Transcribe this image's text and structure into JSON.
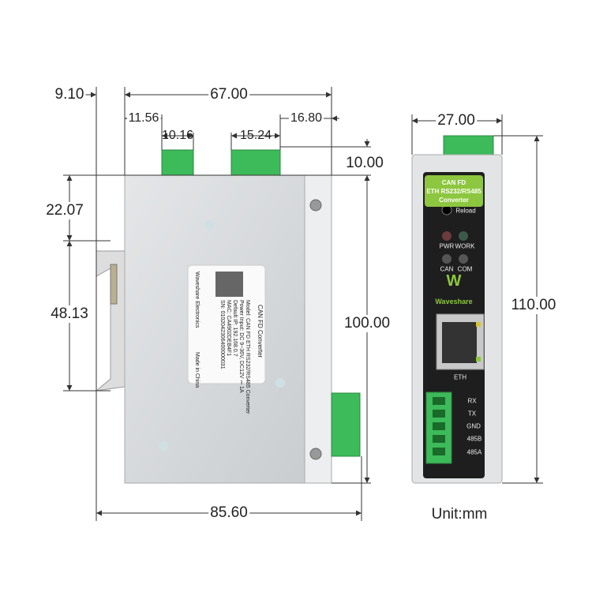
{
  "dimensions": {
    "side_width": "67.00",
    "din_offset": "9.10",
    "left_connector_offset": "11.56",
    "right_connector_offset": "16.80",
    "left_connector_pitch": "10.16",
    "right_connector_pitch": "15.24",
    "connector_height": "10.00",
    "clip_top": "22.07",
    "clip_height": "48.13",
    "body_height": "100.00",
    "total_depth": "85.60",
    "front_width": "27.00",
    "total_height": "110.00"
  },
  "label": {
    "title": "CAN FD Converter",
    "lines": [
      "Model: CAN FD ETH RS232/RS485 Converter",
      "Power Input: DC 9~36V, DC12V ⎓ 1A",
      "Default IP: 192.168.0.7",
      "MAC: CA4902DEB4F1",
      "SN: 0102042306400000031"
    ],
    "brand": "Waveshare Electronics",
    "origin": "Made in China"
  },
  "front_panel": {
    "title_lines": [
      "CAN FD",
      "ETH RS232/RS485",
      "Converter"
    ],
    "reload": "Reload",
    "leds": [
      "PWR",
      "WORK",
      "CAN",
      "COM"
    ],
    "led_colors": {
      "PWR": "#6a3c3c",
      "WORK": "#3c5a4a",
      "CAN": "#555",
      "COM": "#555"
    },
    "logo": "Waveshare",
    "eth": "ETH",
    "terminals": [
      "RX",
      "TX",
      "GND",
      "485B",
      "485A"
    ]
  },
  "unit": "Unit:mm",
  "colors": {
    "accent_green": "#8dc63f",
    "terminal_green": "#3dba5a",
    "panel": "#1e1e1e"
  }
}
